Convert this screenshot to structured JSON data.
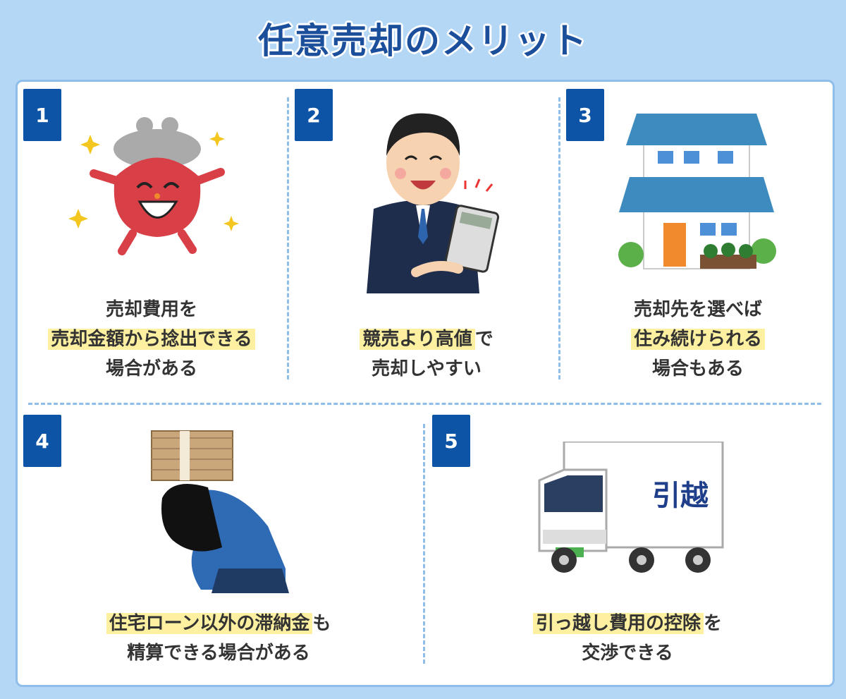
{
  "title": "任意売却のメリット",
  "colors": {
    "accent": "#0d53a6",
    "highlight": "#fdf0a0",
    "background": "#b5d7f6"
  },
  "items": [
    {
      "number": "1",
      "icon": "happy-wallet-icon",
      "line1": "売却費用を",
      "line2_highlight": "売却金額から捻出できる",
      "line3": "場合がある"
    },
    {
      "number": "2",
      "icon": "businessman-calculator-icon",
      "line1_highlight": "競売より高値",
      "line1_rest": "で",
      "line2": "売却しやすい"
    },
    {
      "number": "3",
      "icon": "house-icon",
      "line1": "売却先を選べば",
      "line2_highlight": "住み続けられる",
      "line3": "場合もある"
    },
    {
      "number": "4",
      "icon": "person-under-money-icon",
      "line1_highlight": "住宅ローン以外の滞納金",
      "line1_rest": "も",
      "line2": "精算できる場合がある"
    },
    {
      "number": "5",
      "icon": "moving-truck-icon",
      "line1_highlight": "引っ越し費用の控除",
      "line1_rest": "を",
      "line2": "交渉できる",
      "truck_label": "引越"
    }
  ]
}
